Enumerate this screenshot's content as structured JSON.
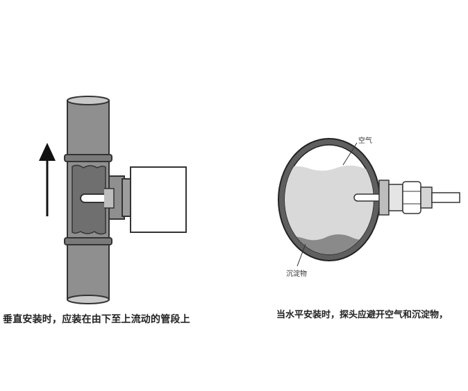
{
  "captions": {
    "vertical_install": "垂直安装时，应装在由下至上流动的管段上",
    "horizontal_install": "当水平安装时，探头应避开空气和沉淀物，"
  },
  "labels": {
    "air": "空气",
    "sediment": "沉淀物"
  },
  "colors": {
    "pipe": "#8f8f8f",
    "pipe_dark": "#5a5a5a",
    "liquid": "#d9d9d9",
    "sediment": "#8a8a8a",
    "arrow": "#111111"
  },
  "icons": {
    "flow_direction": "arrow-up-icon"
  }
}
